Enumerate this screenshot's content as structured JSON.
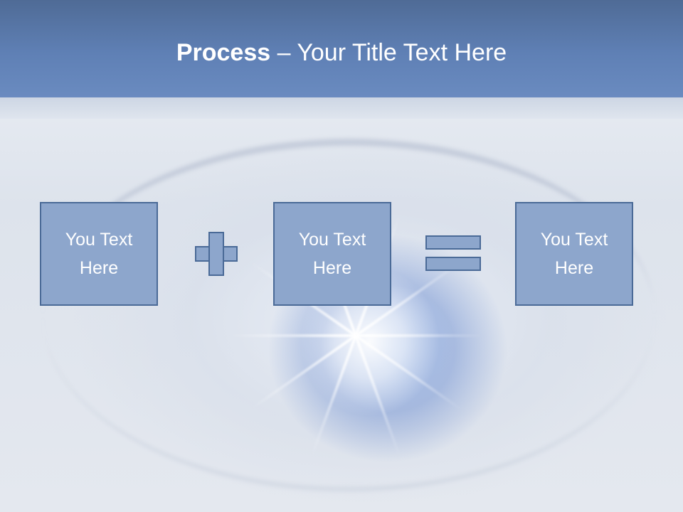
{
  "slide": {
    "title_bold": "Process",
    "title_rest": " – Your Title Text Here",
    "boxes": [
      {
        "line1": "You Text",
        "line2": "Here"
      },
      {
        "line1": "You Text",
        "line2": "Here"
      },
      {
        "line1": "You Text",
        "line2": "Here"
      }
    ],
    "operators": [
      "plus-icon",
      "equals-icon"
    ]
  },
  "colors": {
    "header": "#5f80b5",
    "box_fill": "#8da6cc",
    "box_border": "#4a6a97",
    "text": "#ffffff"
  }
}
